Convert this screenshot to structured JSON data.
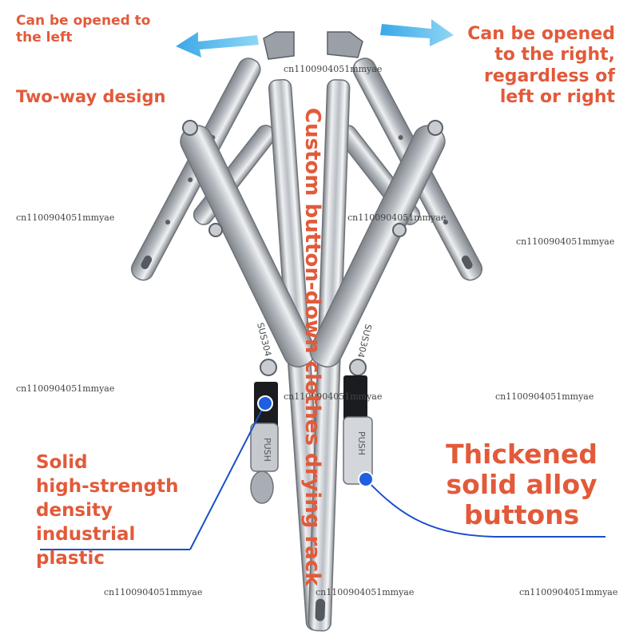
{
  "image": {
    "subject": "hinge-arms",
    "colors": {
      "label": "#e25a3a",
      "arrow": "#4fb8ea",
      "callout_line": "#1a4fc8",
      "callout_dot": "#1f5fe0"
    }
  },
  "labels": {
    "left_open": "Can be opened to\nthe left",
    "right_open": "Can be opened\nto the right,\nregardless of\nleft or right",
    "two_way": "Two-way design",
    "vertical": "Custom button-down clothes drying rack",
    "plastic": "Solid\nhigh-strength\ndensity\nindustrial\nplastic",
    "alloy": "Thickened\nsolid alloy\nbuttons"
  },
  "stamps": {
    "left_arm": "SUS304",
    "right_arm": "SUS304",
    "left_button": "PUSH",
    "right_button": "PUSH"
  },
  "watermarks": [
    "cn1100904051mmyae",
    "cn1100904051mmyae",
    "cn1100904051mmyae",
    "cn1100904051mmyae",
    "cn1100904051mmyae",
    "cn1100904051mmyae",
    "cn1100904051mmyae",
    "cn1100904051mmyae",
    "cn1100904051mmyae",
    "cn1100904051mmyae"
  ]
}
